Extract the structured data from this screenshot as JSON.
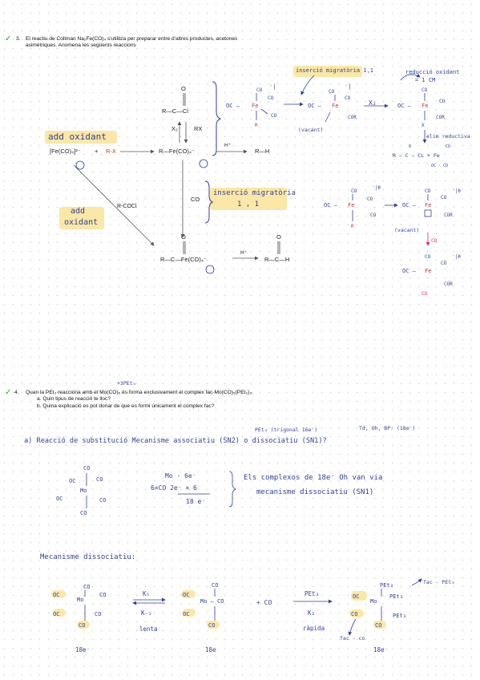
{
  "q3": {
    "check": "✓",
    "number": "3.",
    "text_line1": "El reactiu de Collman Na₂Fe(CO)₄ s'utilitza per preparar entre d'altres productes, acetones",
    "text_line2": "asimètriques. Anomena les següents reaccions",
    "notes": {
      "add_oxidant": "add oxidant",
      "add_oxidant2_line1": "add",
      "add_oxidant2_line2": "oxidant",
      "insercio_migratoria_top": "inserció migratòria 1,1",
      "reduccio_oxidant": "reducció oxidant",
      "eq_1cm": "= 1 CM",
      "elim_reductiva": "elim reductiva",
      "insercio_migratoria_line1": "inserció migratòria",
      "insercio_migratoria_line2": "1 , 1",
      "vacant1": "(vacant)",
      "vacant2": "(vacant)",
      "x2": "X₂",
      "co_pink": "CO"
    },
    "scheme": {
      "reagent": "[Fe(CO)₄]²⁻",
      "plus": "+",
      "rx": "R-X",
      "alkyl_fe": "R—Fe(CO)₄⁻",
      "acyl_cl": "R—C—Cl",
      "acyl_fe": "R—C—Fe(CO)₄⁻",
      "hplus1": "H⁺",
      "hplus2": "H⁺",
      "rh": "R—H",
      "aldehyde": "R—C—H",
      "rcocl": "R-COCl",
      "x2_label": "X₂",
      "rx_label": "RX",
      "co_label": "CO",
      "oxygen": "O"
    }
  },
  "q4": {
    "check": "✓",
    "number": "4.",
    "text_line1": "Quan la PEt₃ reacciona amb el Mo(CO)₆ és forma exclusivament el complex fac-Mo(CO)₃(PEt₃)₃.",
    "sub_a": "a.   Quin tipus de reacció te lloc?",
    "sub_b": "b.   Quina explicació es pot donar de que es formi únicament el complex fac?",
    "annot_3pet3": "+3PEt₃",
    "notes": {
      "answer_a": "a)  Reacció de substitució  Mecanisme associatiu (SN2) o dissociatiu (SN1)?",
      "pet3_trigonal": "PEt₃ (trigonal 16e⁻)",
      "td_oh": "Td, Oh, BP: (18e⁻)",
      "electron_l1": "Mo · 6e⁻",
      "electron_l2": "6×CO    2e⁻ × 6",
      "electron_l3": "18 e⁻",
      "conclusion_l1": "Els complexos de 18e⁻ Oh van via",
      "conclusion_l2": "mecanisme dissociatiu (SN1)",
      "mec_dissociatiu": "Mecanisme dissociatiu:",
      "k1": "K₁",
      "km1": "K₋₁",
      "lenta": "lenta",
      "plus_co": "+   CO",
      "pet3_arrow": "PEt₃",
      "k2": "K₂",
      "rapida": "ràpida",
      "e18a": "18e⁻",
      "e18b": "18e",
      "e18c": "18e⁻",
      "fac_pet3": "fac - PEt₃",
      "fac_co": "fac - co"
    }
  },
  "colors": {
    "ink_blue": "#2f3f9a",
    "highlight_yellow": "#fbe7a6",
    "red_atom": "#c0392b",
    "pink": "#e0218a",
    "check_green": "#2e9d3a"
  }
}
